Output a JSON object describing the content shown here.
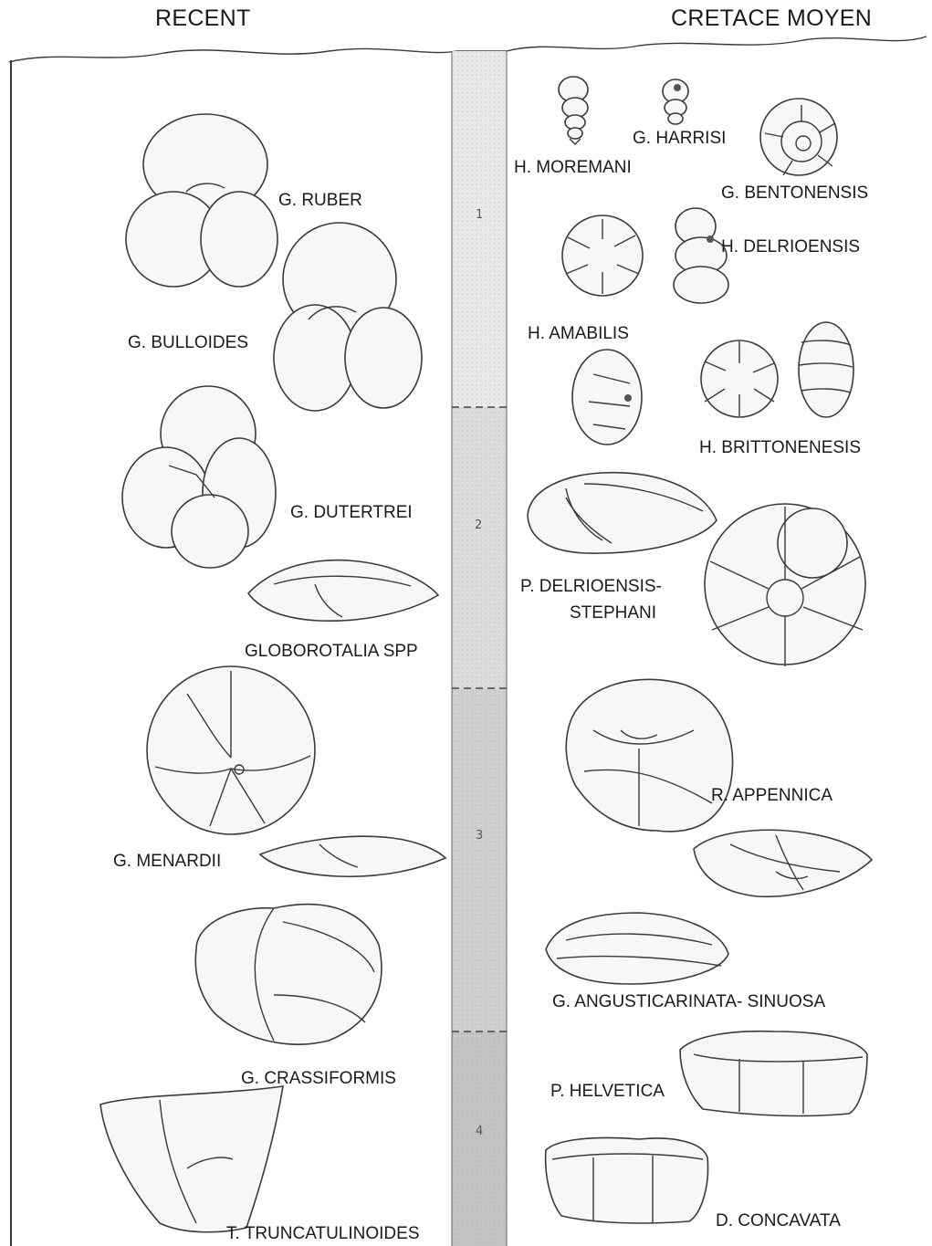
{
  "headers": {
    "left": "RECENT",
    "right": "CRETACE MOYEN"
  },
  "zones": [
    {
      "number": "1",
      "shade": "#e9e9e9"
    },
    {
      "number": "2",
      "shade": "#dcdcdc"
    },
    {
      "number": "3",
      "shade": "#cfcfcf"
    },
    {
      "number": "4",
      "shade": "#c3c3c3"
    }
  ],
  "recent_species": [
    "G. RUBER",
    "G. BULLOIDES",
    "G. DUTERTREI",
    "GLOBOROTALIA SPP",
    "G. MENARDII",
    "G. CRASSIFORMIS",
    "T. TRUNCATULINOIDES"
  ],
  "cretaceous_species": [
    "H. MOREMANI",
    "G. HARRISI",
    "G. BENTONENSIS",
    "H. DELRIOENSIS",
    "H. AMABILIS",
    "H. BRITTONENESIS",
    "P. DELRIOENSIS-",
    "STEPHANI",
    "R. APPENNICA",
    "G. ANGUSTICARINATA- SINUOSA",
    "P. HELVETICA",
    "D. CONCAVATA"
  ]
}
